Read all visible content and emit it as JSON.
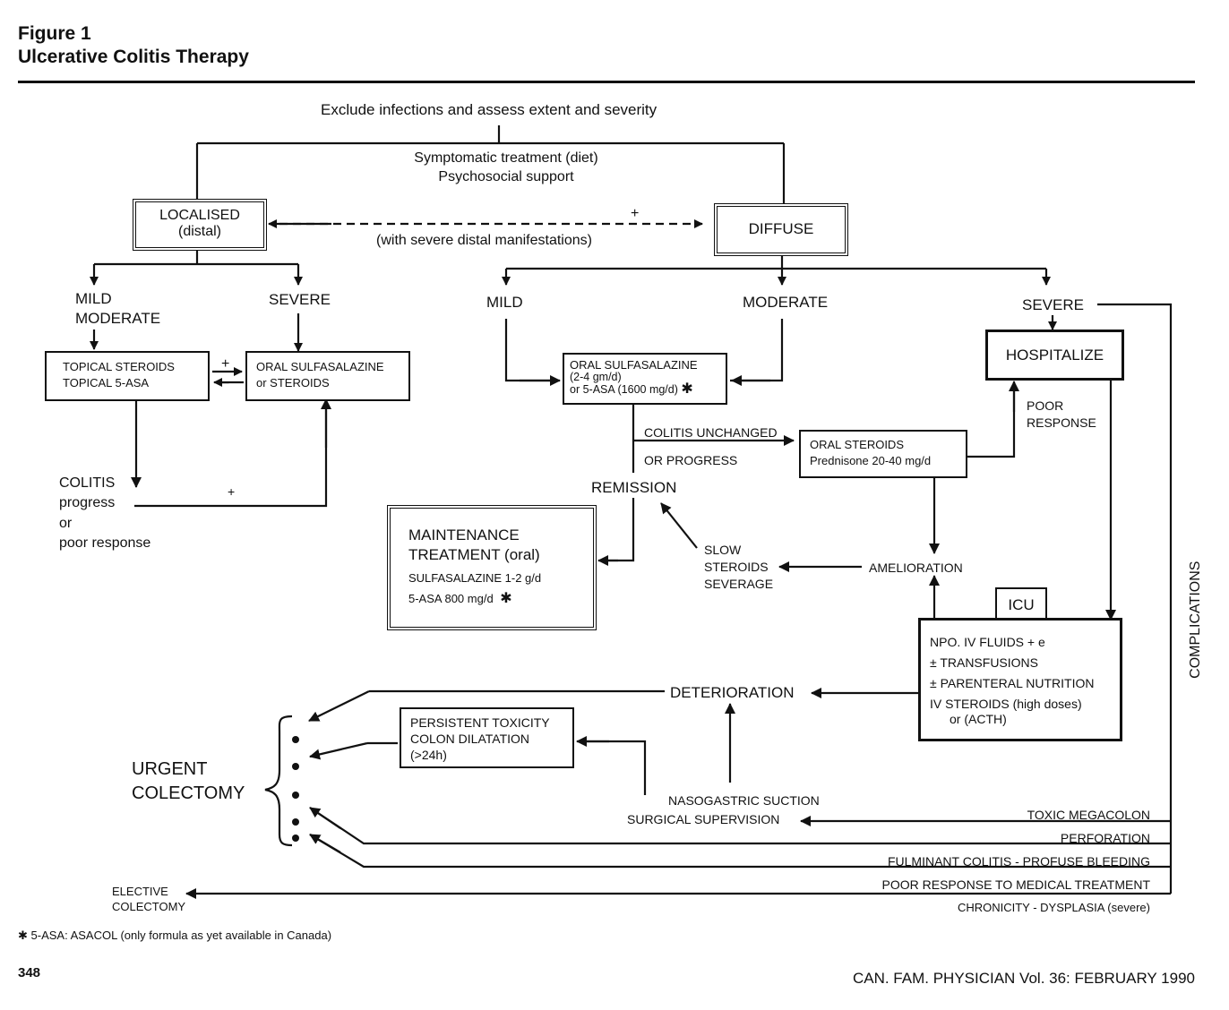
{
  "header": {
    "figure": "Figure 1",
    "title": "Ulcerative Colitis Therapy"
  },
  "nodes": {
    "exclude": "Exclude infections and assess extent and severity",
    "symptomatic": "Symptomatic treatment (diet)",
    "psychosocial": "Psychosocial support",
    "localised": "LOCALISED",
    "localised_sub": "(distal)",
    "diffuse": "DIFFUSE",
    "dashed_plus": "+",
    "dashed_note": "(with severe distal manifestations)",
    "loc_mild_1": "MILD",
    "loc_mild_2": "MODERATE",
    "loc_severe": "SEVERE",
    "topical_1": "TOPICAL STEROIDS",
    "topical_2": "TOPICAL 5-ASA",
    "plus_minus_plus": "+",
    "plus_minus_minus": "−",
    "oral_sulf_loc_1": "ORAL SULFASALAZINE",
    "oral_sulf_loc_2": "or STEROIDS",
    "colitis_1": "COLITIS",
    "colitis_2": "progress",
    "colitis_3": "or",
    "colitis_4": "poor response",
    "colitis_plus": "+",
    "dif_mild": "MILD",
    "dif_moderate": "MODERATE",
    "dif_severe": "SEVERE",
    "oral_sulf_1": "ORAL SULFASALAZINE",
    "oral_sulf_2": "(2-4 gm/d)",
    "oral_sulf_3": "or 5-ASA (1600 mg/d)",
    "asterisk": "✱",
    "hospitalize": "HOSPITALIZE",
    "poor_response_1": "POOR",
    "poor_response_2": "RESPONSE",
    "colitis_unchanged": "COLITIS UNCHANGED",
    "or_progress": "OR PROGRESS",
    "oral_steroids_1": "ORAL STEROIDS",
    "oral_steroids_2": "Prednisone 20-40 mg/d",
    "remission": "REMISSION",
    "maint_1": "MAINTENANCE",
    "maint_2": "TREATMENT (oral)",
    "maint_3": "SULFASALAZINE 1-2 g/d",
    "maint_4": "5-ASA 800 mg/d",
    "slow_1": "SLOW",
    "slow_2": "STEROIDS",
    "slow_3": "SEVERAGE",
    "amelioration": "AMELIORATION",
    "icu": "ICU",
    "icu_1": "NPO. IV FLUIDS + e",
    "icu_2": "± TRANSFUSIONS",
    "icu_3": "± PARENTERAL NUTRITION",
    "icu_4": "IV STEROIDS (high doses)",
    "icu_5": "or (ACTH)",
    "deterioration": "DETERIORATION",
    "persist_1": "PERSISTENT TOXICITY",
    "persist_2": "COLON DILATATION",
    "persist_3": "(>24h)",
    "urgent_1": "URGENT",
    "urgent_2": "COLECTOMY",
    "naso": "NASOGASTRIC SUCTION",
    "surgical": "SURGICAL SUPERVISION",
    "toxic": "TOXIC MEGACOLON",
    "perforation": "PERFORATION",
    "fulminant": "FULMINANT COLITIS - PROFUSE BLEEDING",
    "poor_medical": "POOR RESPONSE TO MEDICAL TREATMENT",
    "chronicity": "CHRONICITY - DYSPLASIA (severe)",
    "elective_1": "ELECTIVE",
    "elective_2": "COLECTOMY",
    "complications": "COMPLICATIONS"
  },
  "footer": {
    "footnote": "✱ 5-ASA: ASACOL (only formula as yet available in Canada)",
    "page": "348",
    "citation": "CAN. FAM. PHYSICIAN Vol. 36: FEBRUARY 1990"
  }
}
